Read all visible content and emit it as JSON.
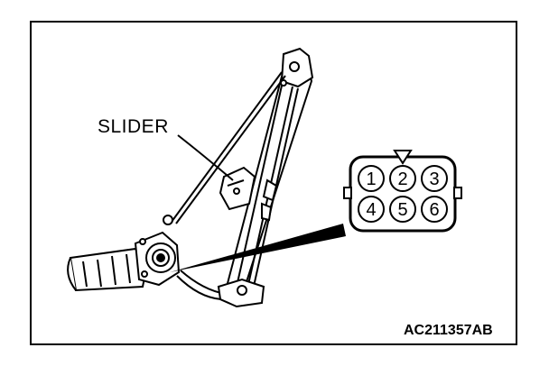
{
  "diagram": {
    "callout_label": "SLIDER",
    "figure_code": "AC211357AB",
    "connector": {
      "pins_top_row": [
        "1",
        "2",
        "3"
      ],
      "pins_bottom_row": [
        "4",
        "5",
        "6"
      ],
      "key_marker": "triangle-key-icon"
    }
  }
}
